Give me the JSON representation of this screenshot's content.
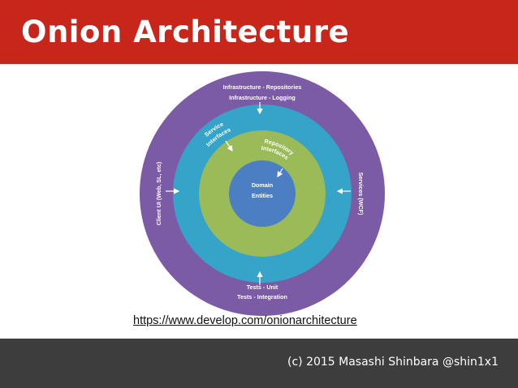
{
  "slide": {
    "title": "Onion Architecture",
    "source_link": "https://www.develop.com/onionarchitecture",
    "footer": "(c) 2015 Masashi Shinbara @shin1x1"
  },
  "diagram": {
    "core": {
      "line1": "Domain",
      "line2": "Entities",
      "color": "#4b7ec3"
    },
    "green_ring": {
      "line1": "Repository",
      "line2": "Interfaces",
      "color": "#9bbb59"
    },
    "teal_ring": {
      "line1": "Service",
      "line2": "Interfaces",
      "color": "#36a3c8"
    },
    "purple_ring": {
      "color": "#7b5aa6",
      "top_line1": "Infrastructure - Repositories",
      "top_line2": "Infrastructure - Logging",
      "bottom_line1": "Tests - Unit",
      "bottom_line2": "Tests - Integration",
      "left": "Client UI (Web, SL, etc)",
      "right": "Services (WCF)"
    }
  },
  "colors": {
    "title_bar": "#c8261a",
    "footer_bar": "#3d3d3d"
  }
}
